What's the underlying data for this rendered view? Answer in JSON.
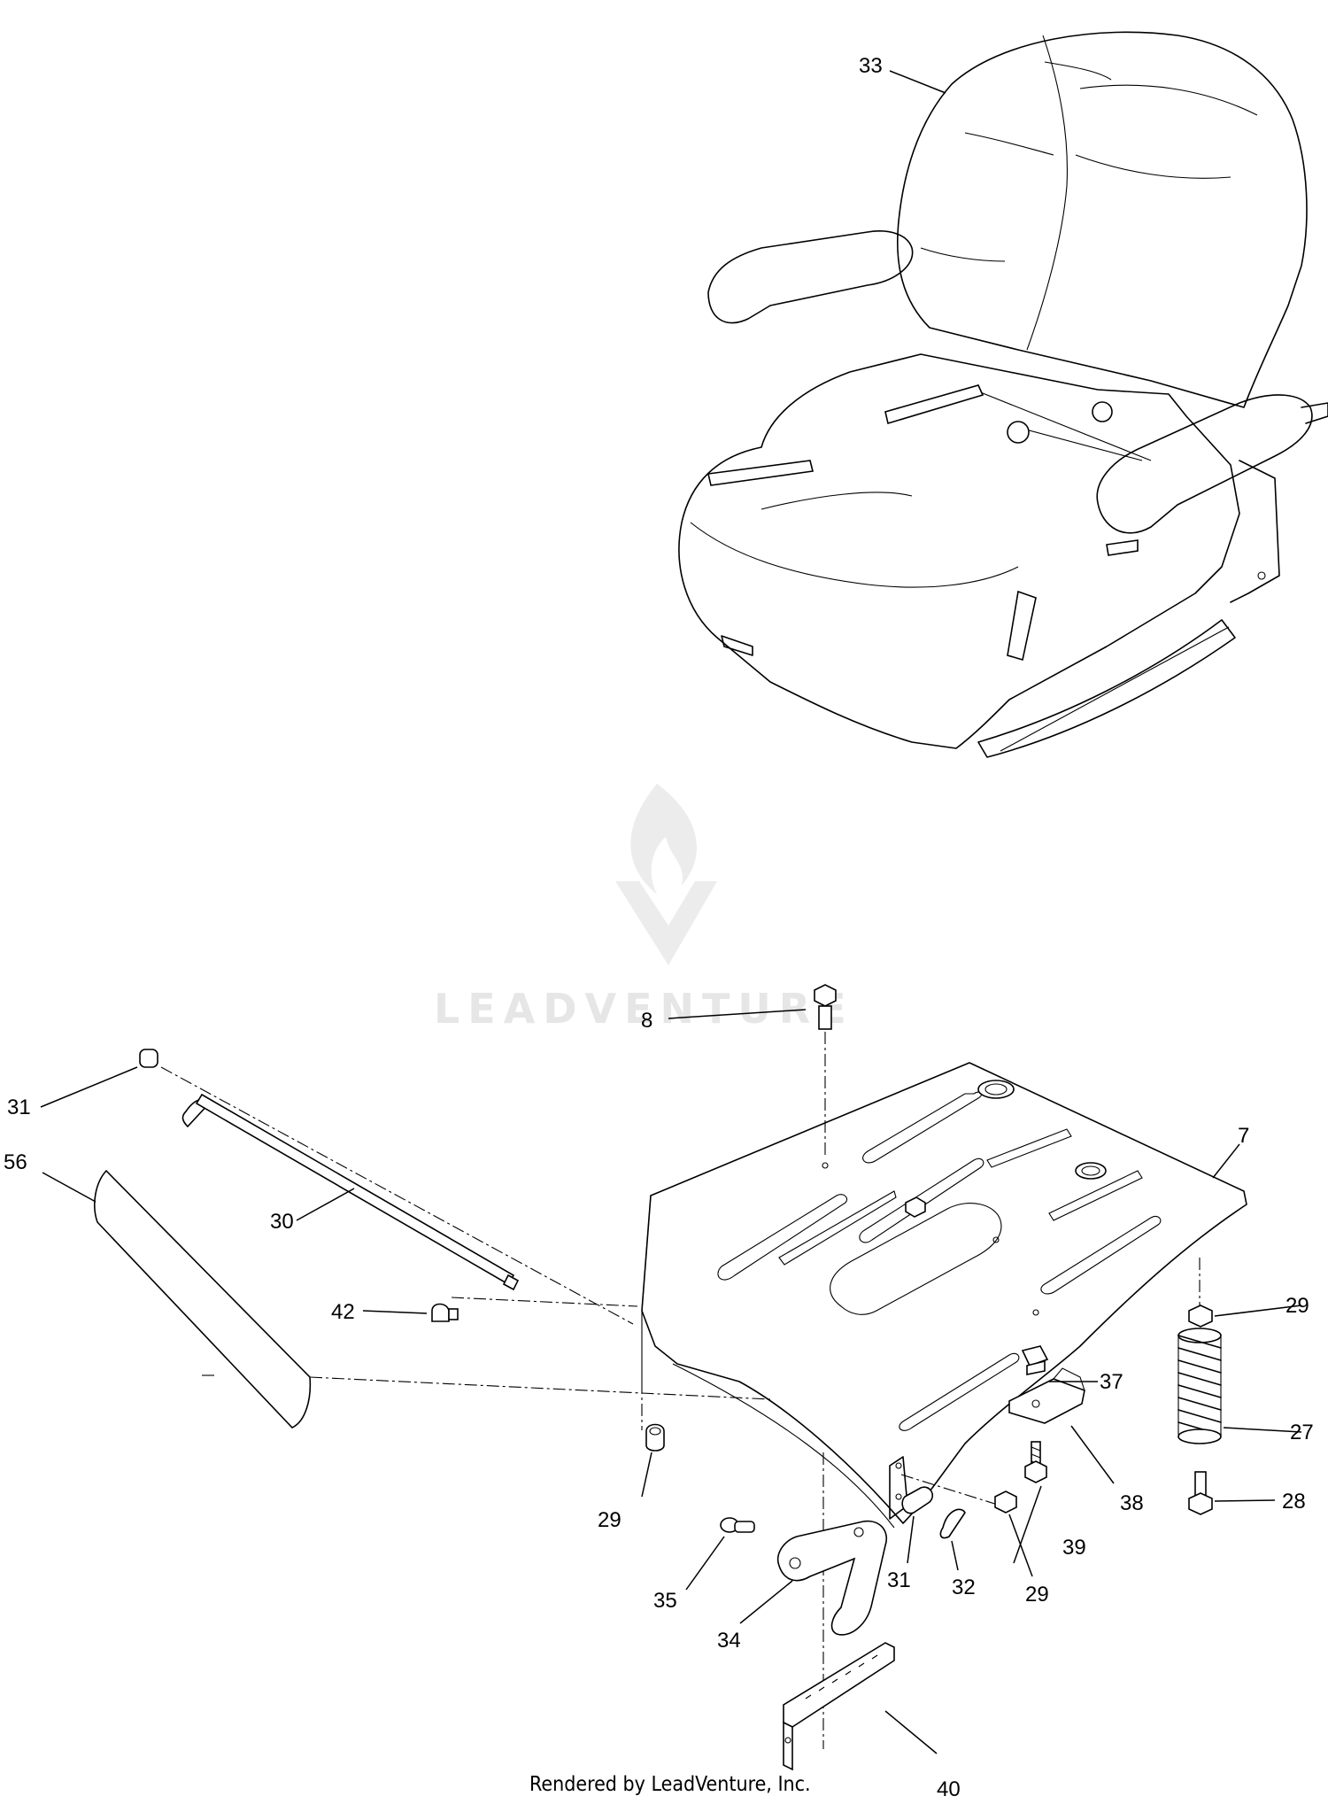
{
  "watermark": {
    "text": "LEADVENTURE"
  },
  "credit": "Rendered by LeadVenture, Inc.",
  "callouts": [
    {
      "id": "c33",
      "label": "33"
    },
    {
      "id": "c8",
      "label": "8"
    },
    {
      "id": "c31a",
      "label": "31"
    },
    {
      "id": "c7",
      "label": "7"
    },
    {
      "id": "c30",
      "label": "30"
    },
    {
      "id": "c56",
      "label": "56"
    },
    {
      "id": "c42",
      "label": "42"
    },
    {
      "id": "c29a",
      "label": "29"
    },
    {
      "id": "c37",
      "label": "37"
    },
    {
      "id": "c27",
      "label": "27"
    },
    {
      "id": "c38",
      "label": "38"
    },
    {
      "id": "c28",
      "label": "28"
    },
    {
      "id": "c29b",
      "label": "29"
    },
    {
      "id": "c39",
      "label": "39"
    },
    {
      "id": "c35",
      "label": "35"
    },
    {
      "id": "c31b",
      "label": "31"
    },
    {
      "id": "c32",
      "label": "32"
    },
    {
      "id": "c29c",
      "label": "29"
    },
    {
      "id": "c34",
      "label": "34"
    },
    {
      "id": "c40",
      "label": "40"
    }
  ]
}
